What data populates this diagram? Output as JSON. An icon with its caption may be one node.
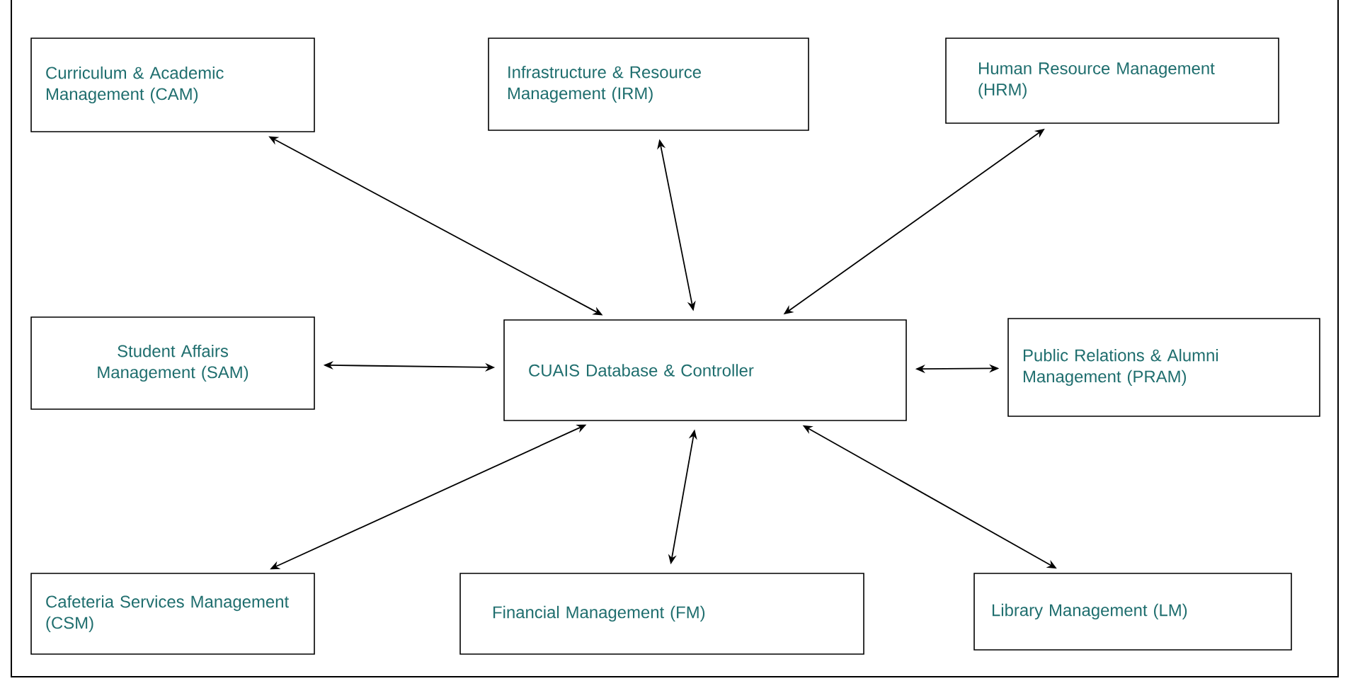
{
  "diagram": {
    "nodes": [
      {
        "text": [
          "Curriculum & Academic Management (CAM)"
        ]
      },
      {
        "text": [
          "Infrastructure & Resource Management (IRM)"
        ]
      },
      {
        "text": [
          "Human Resource Management (HRM)"
        ]
      },
      {
        "text": [
          "Student Affairs Management (SAM)"
        ]
      },
      {
        "text": [
          "CUAIS Database & Controller"
        ]
      },
      {
        "text": [
          "Public Relations & Alumni Management (PRAM)"
        ]
      },
      {
        "text": [
          "Cafeteria Services Management (CSM)"
        ]
      },
      {
        "text": [
          "Financial Management (FM)"
        ]
      },
      {
        "text": [
          "Library Management (LM)"
        ]
      }
    ],
    "edges": [
      {
        "from": 0,
        "to": 4,
        "arrow": "both"
      },
      {
        "from": 1,
        "to": 4,
        "arrow": "both"
      },
      {
        "from": 2,
        "to": 4,
        "arrow": "both"
      },
      {
        "from": 3,
        "to": 4,
        "arrow": "both"
      },
      {
        "from": 4,
        "to": 5,
        "arrow": "both"
      },
      {
        "from": 6,
        "to": 4,
        "arrow": "both"
      },
      {
        "from": 4,
        "to": 7,
        "arrow": "both"
      },
      {
        "from": 4,
        "to": 8,
        "arrow": "both"
      }
    ]
  }
}
